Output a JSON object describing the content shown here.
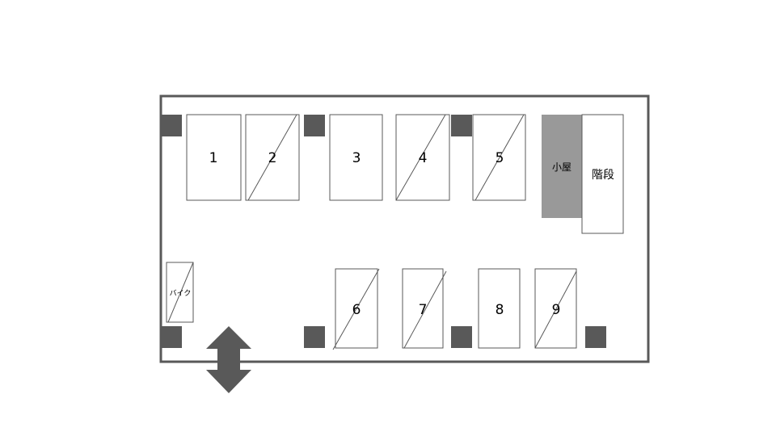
{
  "colors": {
    "outline": "#595959",
    "pillar": "#595959",
    "shed": "#999999",
    "arrow": "#595959",
    "text": "#000000"
  },
  "spaces": [
    {
      "label": "1",
      "occupied": false
    },
    {
      "label": "2",
      "occupied": true
    },
    {
      "label": "3",
      "occupied": false
    },
    {
      "label": "4",
      "occupied": true
    },
    {
      "label": "5",
      "occupied": true
    },
    {
      "label": "6",
      "occupied": true
    },
    {
      "label": "7",
      "occupied": true
    },
    {
      "label": "8",
      "occupied": false
    },
    {
      "label": "9",
      "occupied": true
    }
  ],
  "bike": {
    "label": "バイク",
    "occupied": true
  },
  "shed": {
    "label": "小屋"
  },
  "stairs": {
    "label": "階段"
  },
  "entrance": {
    "icon": "double-arrow-vertical-icon"
  }
}
